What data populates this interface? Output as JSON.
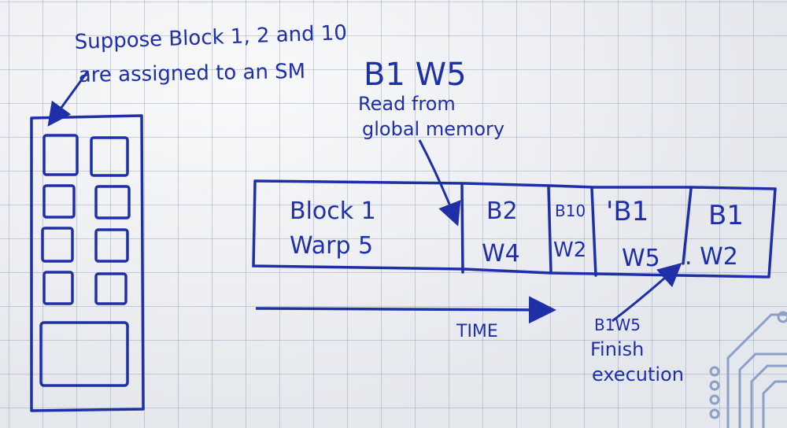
{
  "annotation_top": {
    "line1": "Suppose Block 1, 2 and 10",
    "line2": "are assigned to an SM"
  },
  "current_label": "B1 W5",
  "read_note": {
    "line1": "Read from",
    "line2": "global memory"
  },
  "timeline": {
    "cells": [
      {
        "line1": "Block 1",
        "line2": "Warp 5"
      },
      {
        "line1": "B2",
        "line2": "W4"
      },
      {
        "line1": "B10",
        "line2": "W2"
      },
      {
        "line1": "'B1",
        "line2": "W5"
      },
      {
        "line1": "B1",
        "line2": ". W2"
      }
    ]
  },
  "time_label": "TIME",
  "finish_note": {
    "line1": "B1W5",
    "line2": "Finish",
    "line3": "execution"
  },
  "colors": {
    "ink": "#1f2fa8",
    "paper": "#eef0f3",
    "grid": "#7887a5",
    "circuit": "#8aa0c8"
  }
}
